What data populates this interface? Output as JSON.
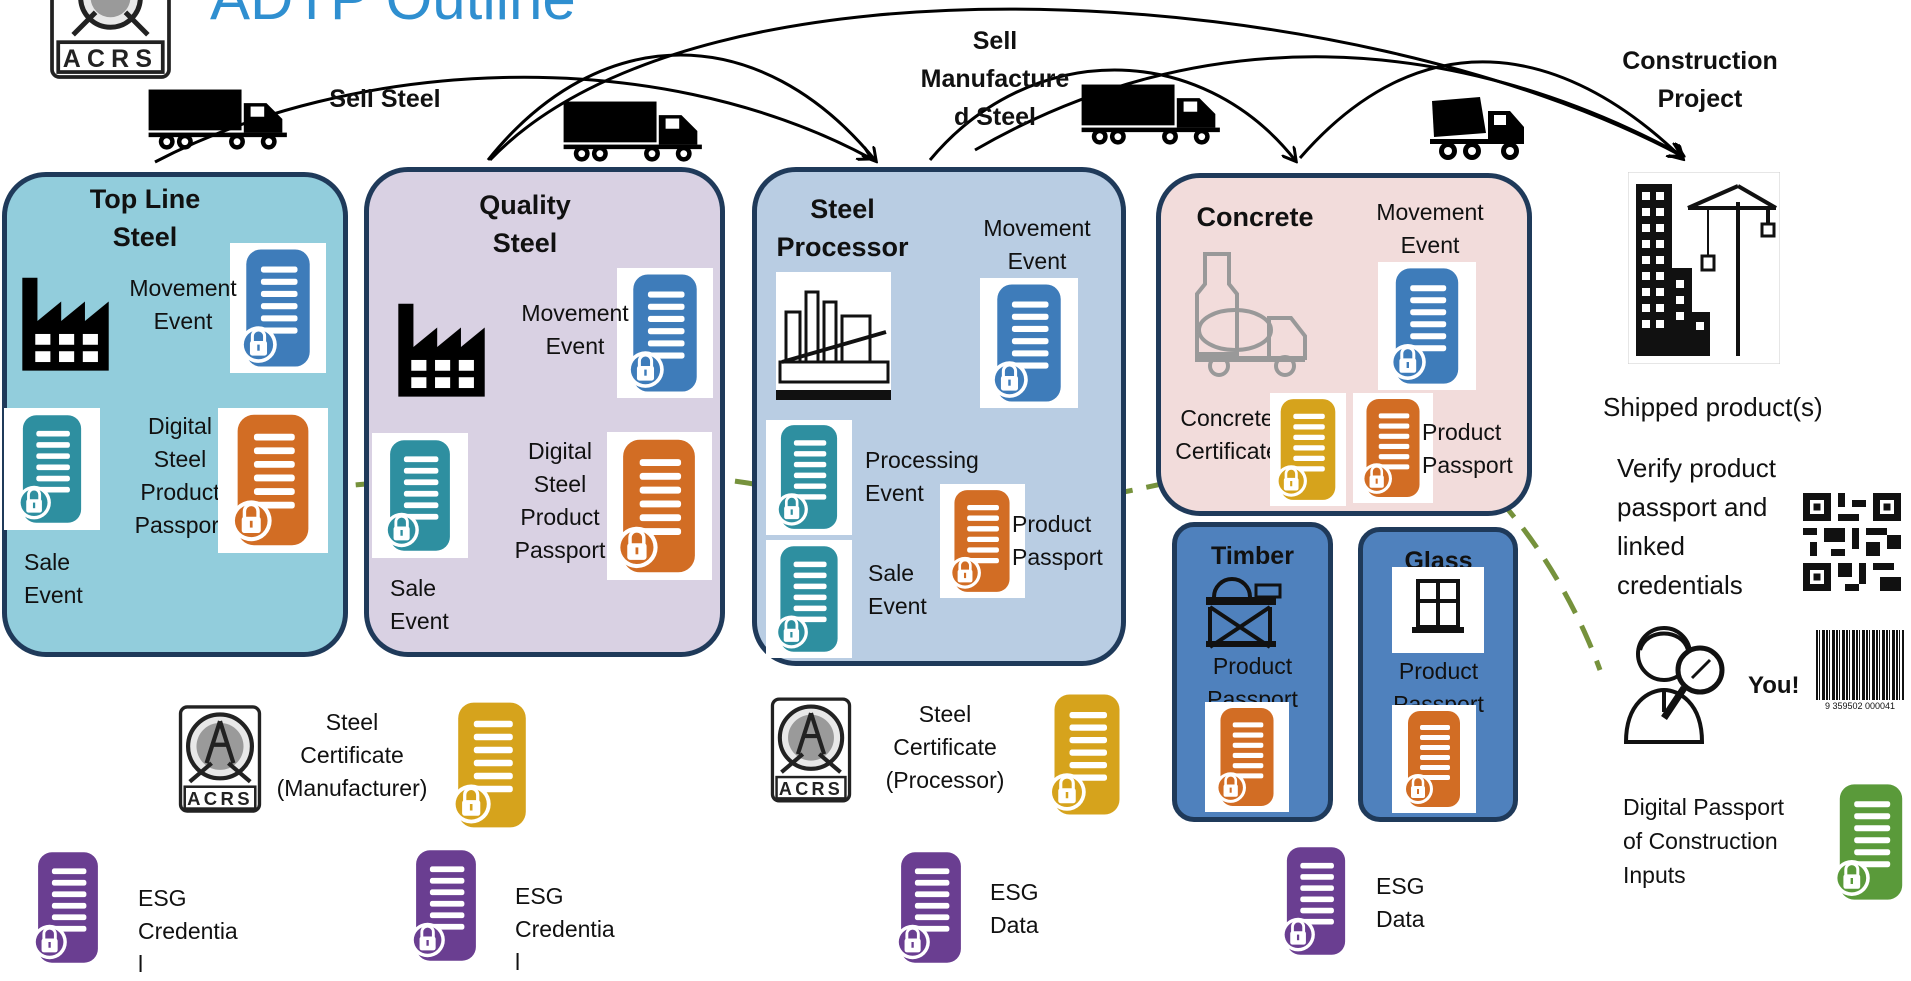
{
  "title": "ADTP Outline",
  "logo_text": "ACRS",
  "flows": {
    "sell_steel": "Sell Steel",
    "sell_manufactured": "Sell Manufactured Steel",
    "sell_manufactured_lines": [
      "Sell",
      "Manufacture",
      "d Steel"
    ],
    "construction_project_lines": [
      "Construction",
      "Project"
    ]
  },
  "panels": {
    "top_line": {
      "title_lines": [
        "Top Line",
        "Steel"
      ],
      "movement_lines": [
        "Movement",
        "Event"
      ],
      "passport_lines": [
        "Digital",
        "Steel",
        "Product",
        "Passport"
      ],
      "sale_lines": [
        "Sale",
        "Event"
      ]
    },
    "quality": {
      "title_lines": [
        "Quality",
        "Steel"
      ],
      "movement_lines": [
        "Movement",
        "Event"
      ],
      "passport_lines": [
        "Digital",
        "Steel",
        "Product",
        "Passport"
      ],
      "sale_lines": [
        "Sale",
        "Event"
      ]
    },
    "processor": {
      "title_lines": [
        "Steel",
        "Processor"
      ],
      "movement_lines": [
        "Movement",
        "Event"
      ],
      "processing_lines": [
        "Processing",
        "Event"
      ],
      "passport_lines": [
        "Product",
        "Passport"
      ],
      "sale_lines": [
        "Sale",
        "Event"
      ]
    },
    "concrete": {
      "title": "Concrete",
      "movement_lines": [
        "Movement",
        "Event"
      ],
      "certificate_lines": [
        "Concrete",
        "Certificate"
      ],
      "passport_lines": [
        "Product",
        "Passport"
      ]
    },
    "timber": {
      "title": "Timber",
      "passport_lines": [
        "Product",
        "Passport"
      ]
    },
    "glass": {
      "title": "Glass",
      "passport_lines": [
        "Product",
        "Passport"
      ]
    }
  },
  "certificates": {
    "manufacturer_lines": [
      "Steel",
      "Certificate",
      "(Manufacturer)"
    ],
    "processor_lines": [
      "Steel",
      "Certificate",
      "(Processor)"
    ]
  },
  "esg": [
    {
      "lines": [
        "ESG",
        "Credentia",
        "l"
      ]
    },
    {
      "lines": [
        "ESG",
        "Credentia",
        "l"
      ]
    },
    {
      "lines": [
        "ESG",
        "Data"
      ]
    },
    {
      "lines": [
        "ESG",
        "Data"
      ]
    }
  ],
  "right": {
    "shipped": "Shipped product(s)",
    "verify_lines": [
      "Verify product",
      "passport and",
      "linked",
      "credentials"
    ],
    "you": "You!",
    "barcode_text": "9 359502 000041",
    "digital_passport_lines": [
      "Digital Passport",
      "of Construction",
      "Inputs"
    ]
  },
  "colors": {
    "top_line": "#92cddc",
    "quality": "#d9d1e3",
    "processor": "#b9cde3",
    "concrete": "#f2dcdb",
    "timber": "#4f81bd",
    "border": "#1f3a5a",
    "blue_doc": "#3e7cba",
    "teal_doc": "#2e8fa0",
    "orange_doc": "#d26d24",
    "gold_doc": "#d6a31c",
    "purple_doc": "#6a3e91",
    "green_doc": "#5a9a3a",
    "dashed": "#76923c",
    "title": "#2f8fd0"
  }
}
